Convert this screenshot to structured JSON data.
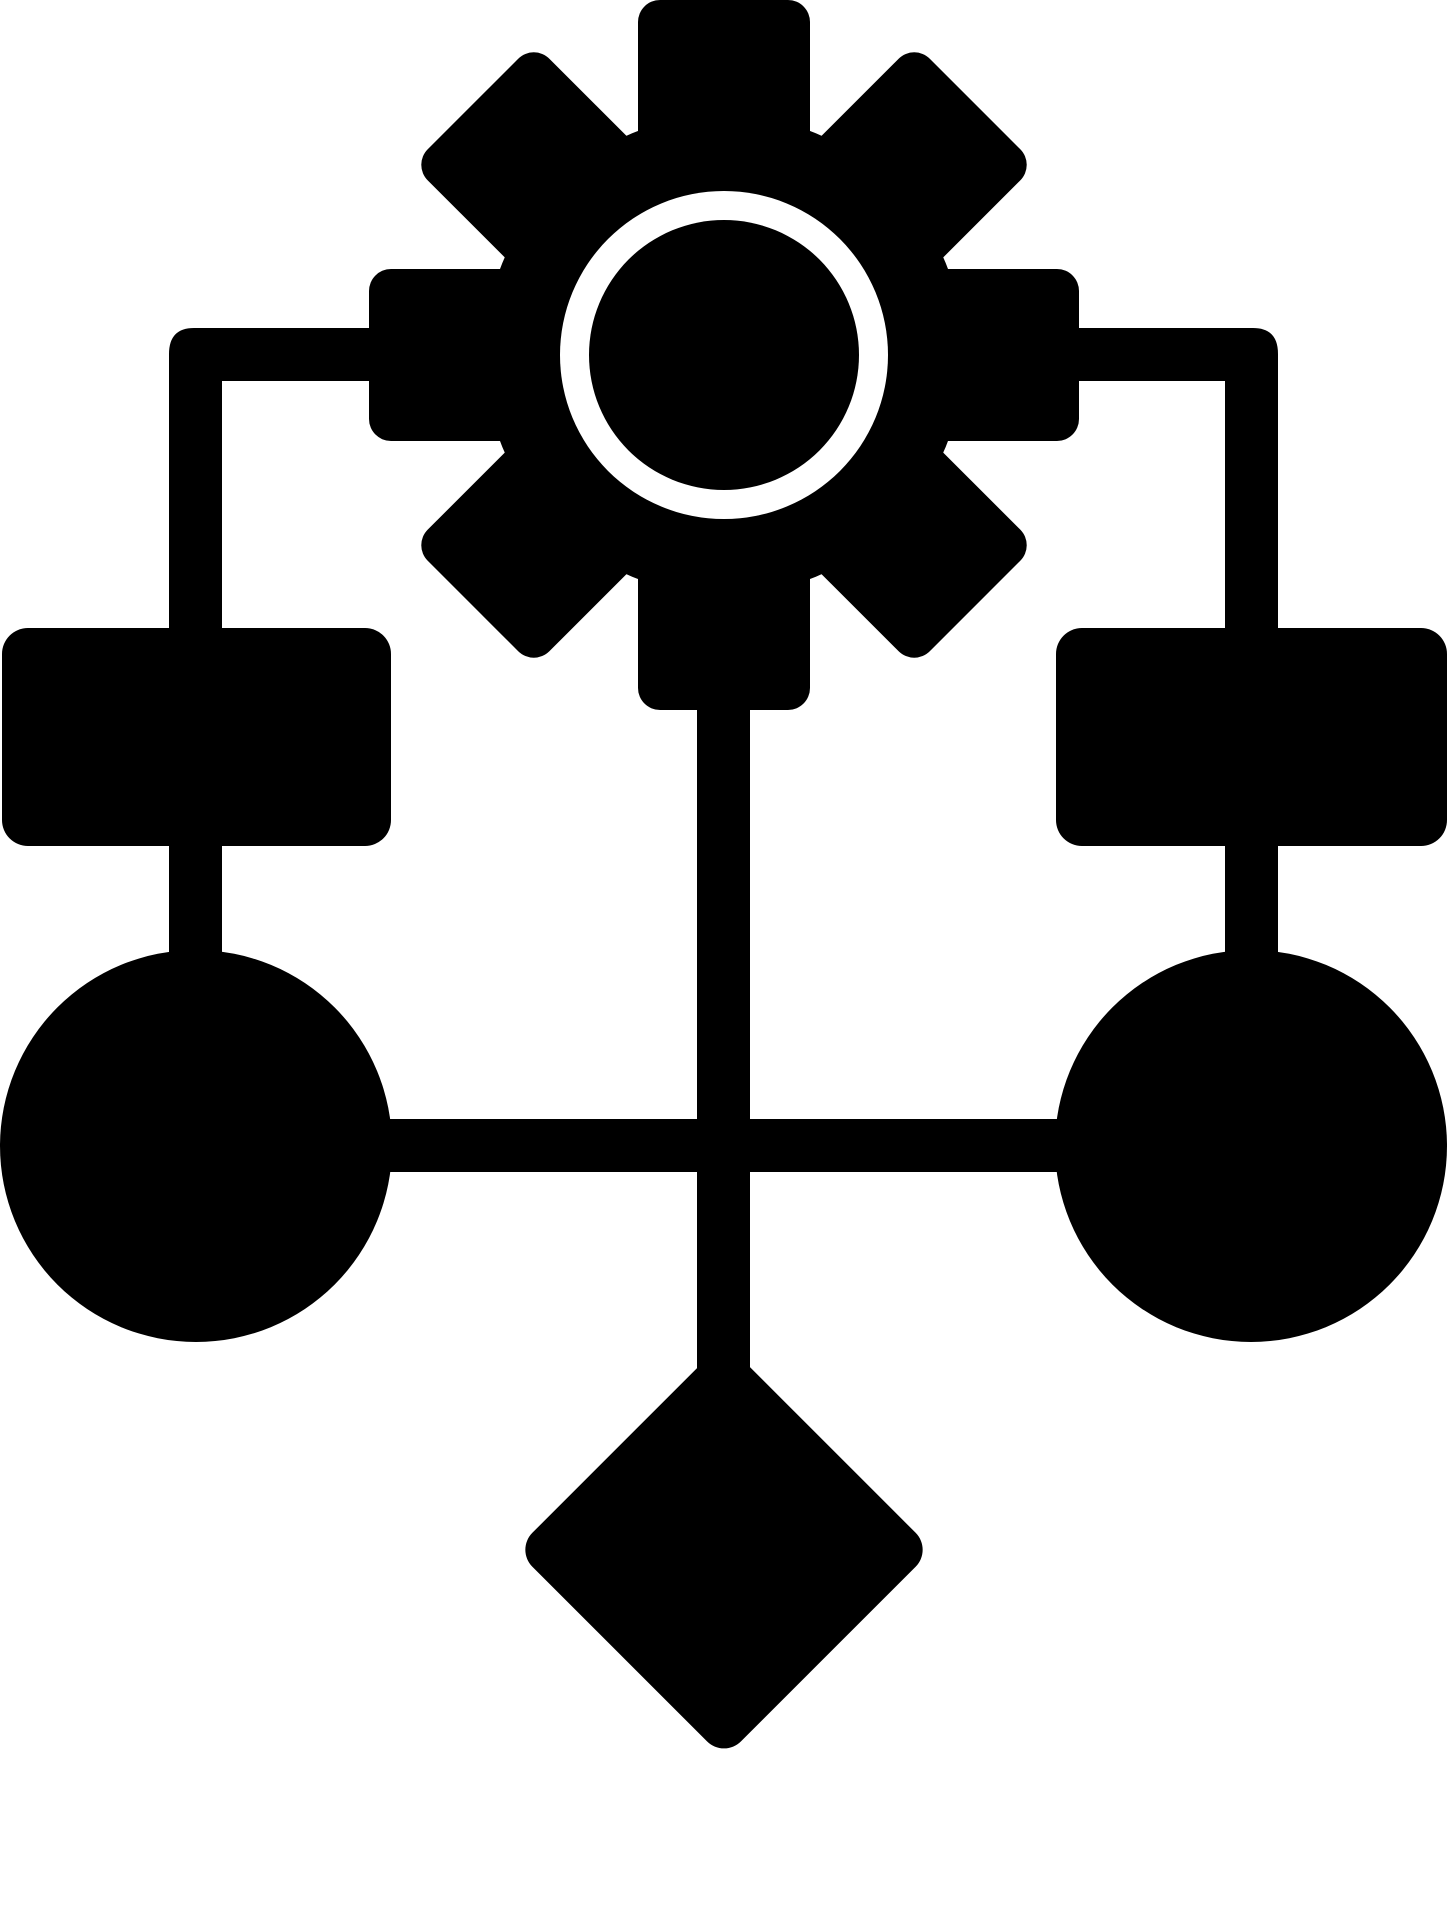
{
  "icon": {
    "name": "workflow-gear-flowchart-icon",
    "style": "glyph",
    "colors": {
      "ink": "#000000",
      "background": "#ffffff"
    },
    "parts": [
      "gear-icon",
      "process-box-left",
      "process-box-right",
      "terminal-node-left",
      "terminal-node-right",
      "decision-diamond",
      "connector-lines"
    ]
  }
}
